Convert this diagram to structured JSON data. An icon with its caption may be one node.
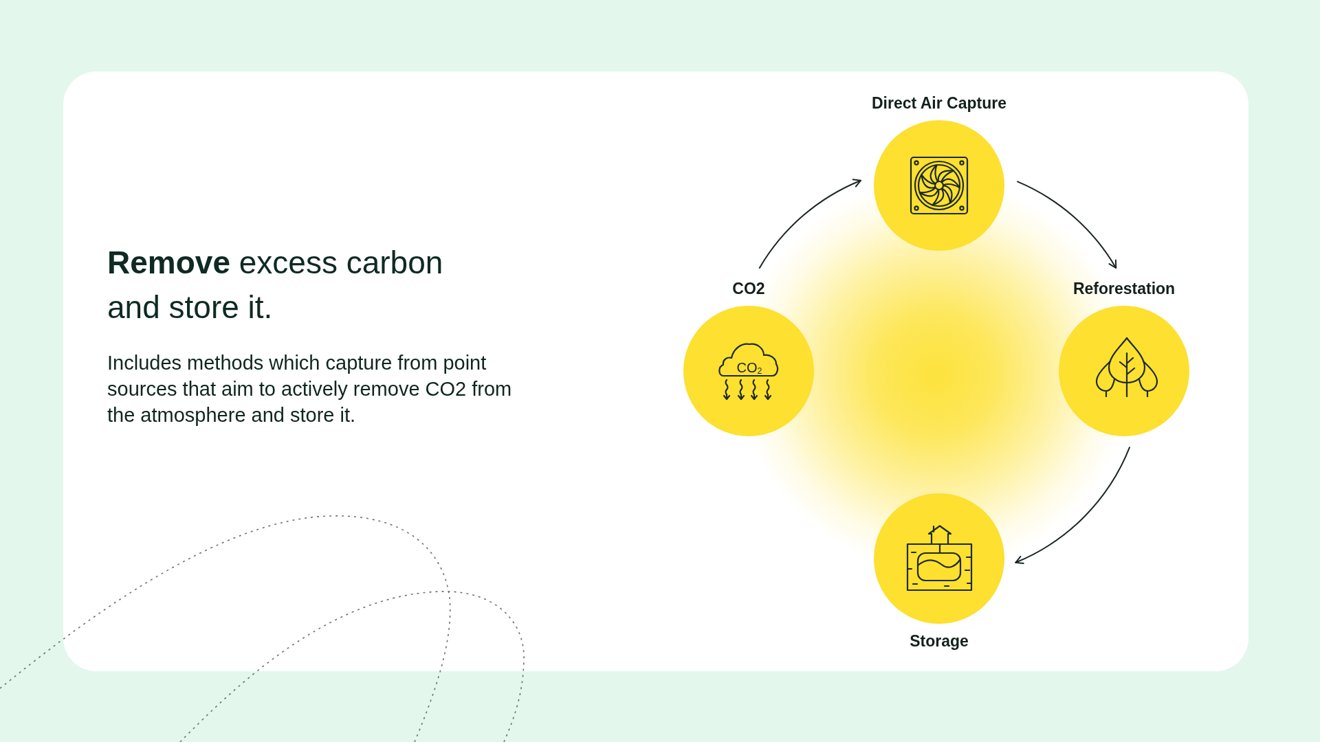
{
  "diagram": {
    "title": "**Remove** excess carbon and store it.",
    "caption": "Includes methods which capture from point sources that aim to actively remove CO2 from the atmosphere and store it.",
    "nodes": [
      {
        "text": [
          "Direct Air Capture"
        ]
      },
      {
        "text": [
          "CO2",
          "CO$_{2}$"
        ]
      },
      {
        "text": [
          "Reforestation"
        ]
      },
      {
        "text": [
          "Storage"
        ]
      }
    ],
    "edges": [
      {
        "from": 1,
        "to": 0,
        "arrow": "to"
      },
      {
        "from": 0,
        "to": 2,
        "arrow": "to"
      },
      {
        "from": 2,
        "to": 3,
        "arrow": "to"
      }
    ]
  }
}
